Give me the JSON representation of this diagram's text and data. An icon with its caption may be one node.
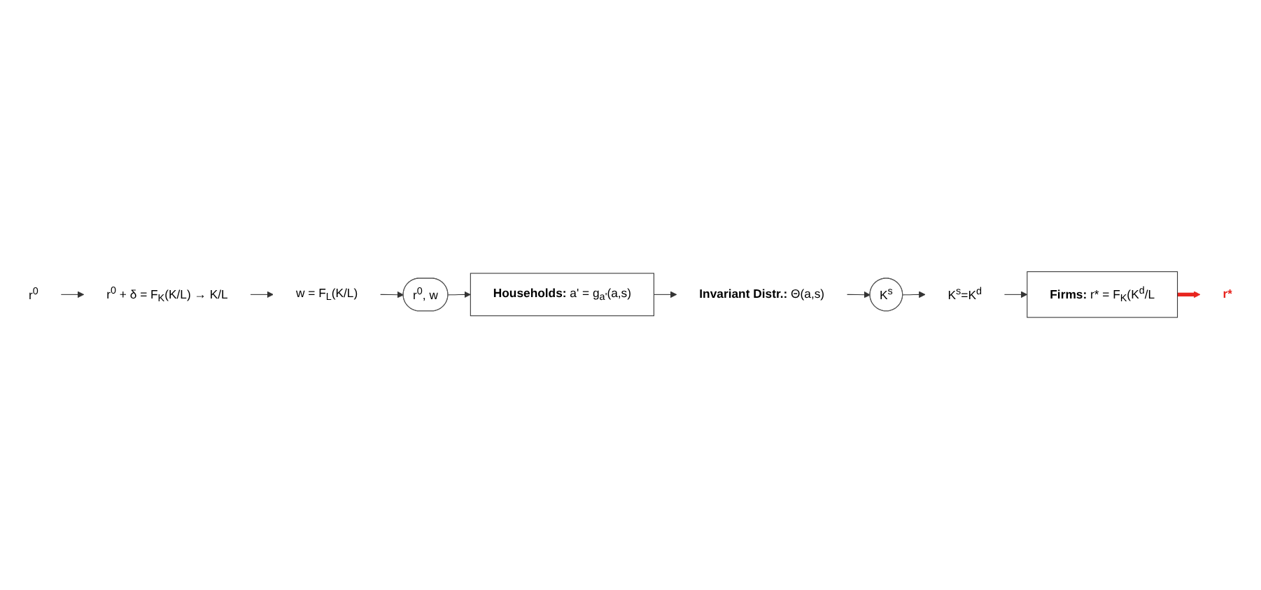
{
  "diagram": {
    "nodes": [
      {
        "text": [
          "**Households:** a' = g$_{a'}$(a,s)"
        ]
      },
      {
        "text": [
          "**Invariant Distr.:** Θ(a,s)"
        ]
      },
      {
        "text": [
          "K$^{s}$"
        ]
      },
      {
        "text": [
          "K$^{s}$=K$^{d}$"
        ]
      },
      {
        "text": [
          "**Firms:** r* = F$_{K}$(K$^{d}$/L"
        ]
      },
      {
        "text": [
          "r*"
        ]
      },
      {
        "text": [
          "r$^{0}$, w"
        ]
      },
      {
        "text": [
          "w = F$_{L}$(K/L)"
        ]
      },
      {
        "text": [
          "r$^{0}$ + δ = F$_{K}$(K/L) → K/L"
        ]
      },
      {
        "text": [
          "r$^{0}$"
        ]
      }
    ],
    "edges": [
      {
        "from": 0,
        "to": 1,
        "arrow": "to"
      },
      {
        "from": 1,
        "to": 2,
        "arrow": "to"
      },
      {
        "from": 2,
        "to": 3,
        "arrow": "to"
      },
      {
        "from": 3,
        "to": 4,
        "arrow": "to"
      },
      {
        "from": 4,
        "to": 5,
        "arrow": "to",
        "style": "thick",
        "color": "#e8251f"
      },
      {
        "from": 6,
        "to": 0,
        "arrow": "to"
      },
      {
        "from": 7,
        "to": 6,
        "arrow": "to"
      },
      {
        "from": 8,
        "to": 7,
        "arrow": "to"
      },
      {
        "from": 9,
        "to": 8,
        "arrow": "to"
      }
    ]
  }
}
